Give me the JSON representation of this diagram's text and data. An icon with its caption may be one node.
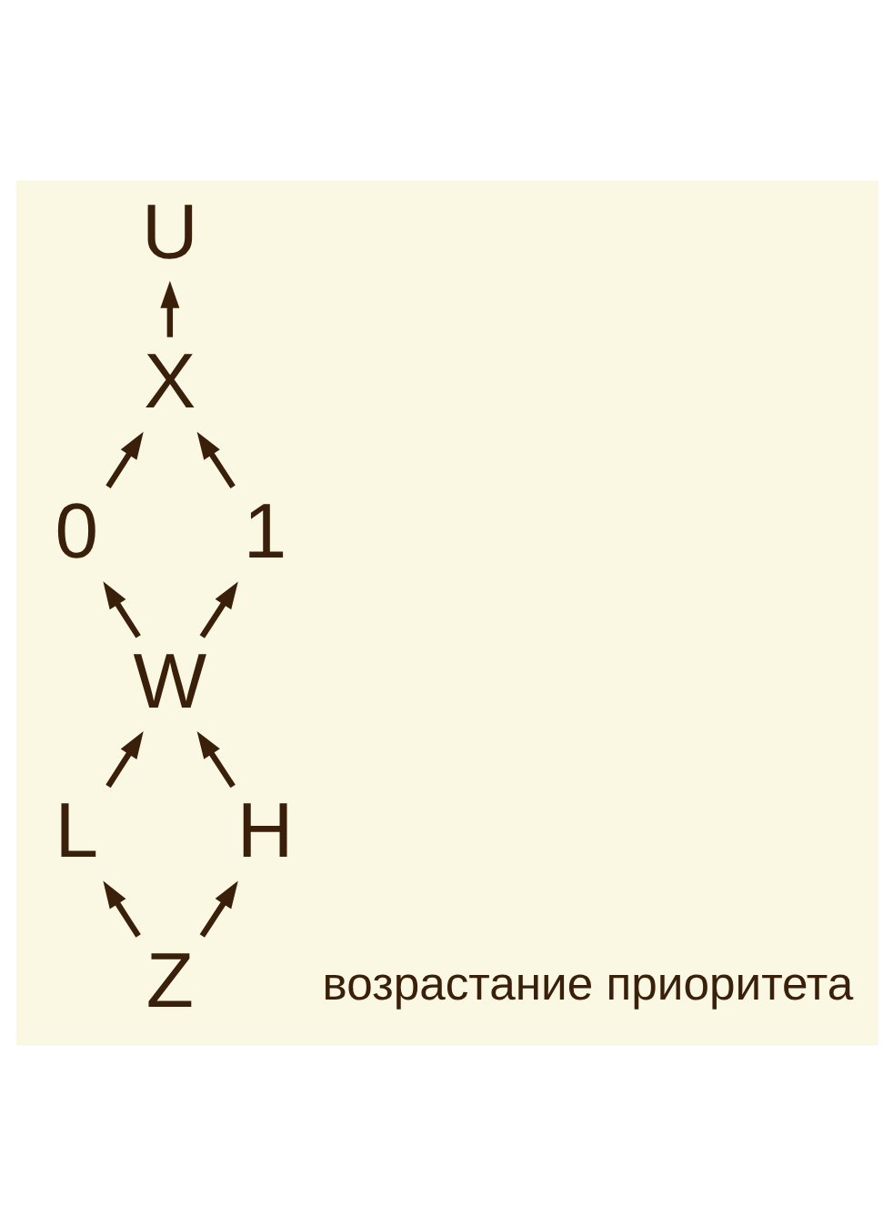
{
  "diagram": {
    "nodes": [
      {
        "text": [
          "U"
        ]
      },
      {
        "text": [
          "X"
        ]
      },
      {
        "text": [
          "0"
        ]
      },
      {
        "text": [
          "1"
        ]
      },
      {
        "text": [
          "W"
        ]
      },
      {
        "text": [
          "L"
        ]
      },
      {
        "text": [
          "H"
        ]
      },
      {
        "text": [
          "Z"
        ]
      }
    ],
    "edges": [
      {
        "from": 1,
        "to": 0,
        "arrow": "to"
      },
      {
        "from": 2,
        "to": 1,
        "arrow": "to"
      },
      {
        "from": 3,
        "to": 1,
        "arrow": "to"
      },
      {
        "from": 4,
        "to": 2,
        "arrow": "to"
      },
      {
        "from": 4,
        "to": 3,
        "arrow": "to"
      },
      {
        "from": 5,
        "to": 4,
        "arrow": "to"
      },
      {
        "from": 6,
        "to": 4,
        "arrow": "to"
      },
      {
        "from": 7,
        "to": 5,
        "arrow": "to"
      },
      {
        "from": 7,
        "to": 6,
        "arrow": "to"
      }
    ],
    "labels": [
      "возрастание приоритета"
    ]
  }
}
